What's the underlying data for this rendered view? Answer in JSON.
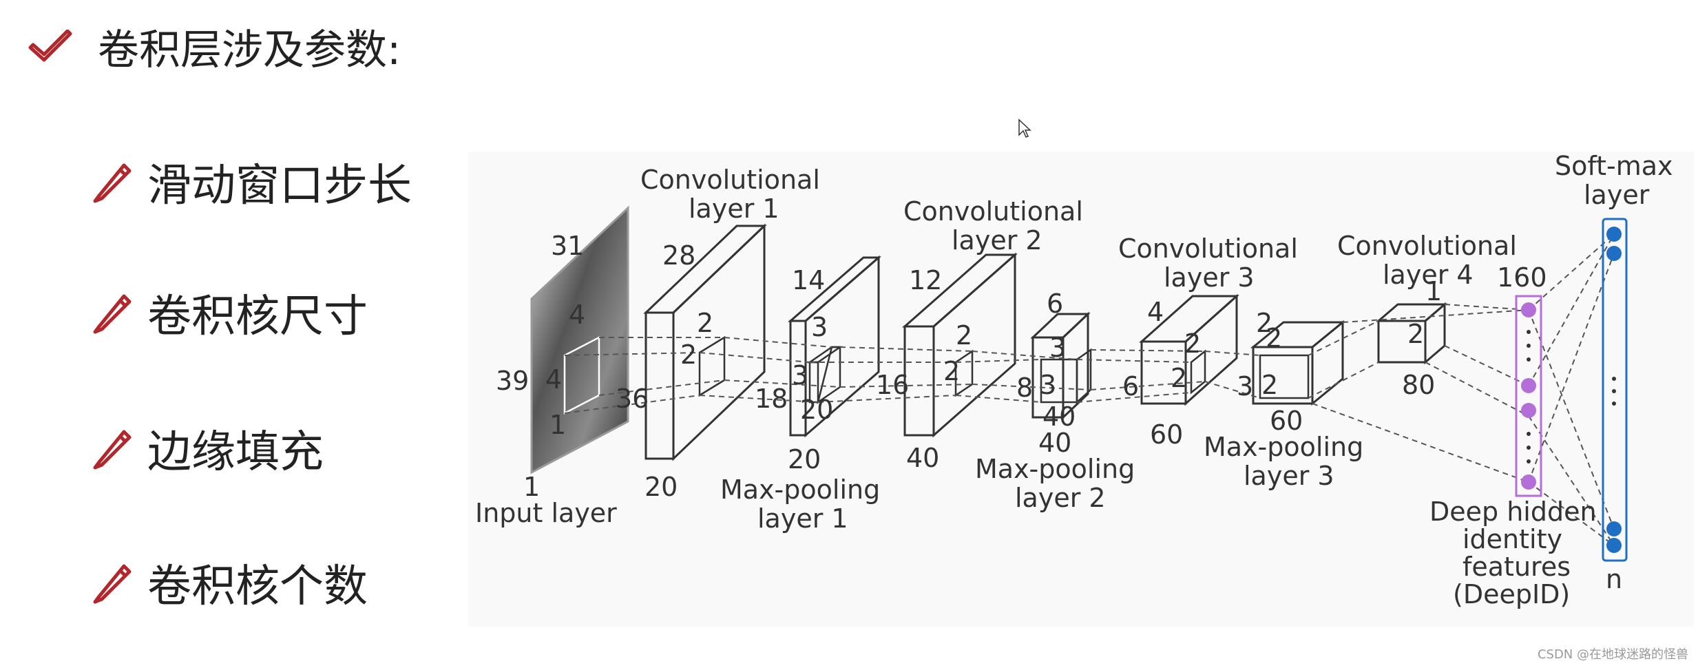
{
  "heading": {
    "text": "卷积层涉及参数:",
    "icon": "check-icon",
    "color": "#b3262b"
  },
  "bullets": [
    {
      "text": "滑动窗口步长",
      "icon": "pencil-icon"
    },
    {
      "text": "卷积核尺寸",
      "icon": "pencil-icon"
    },
    {
      "text": "边缘填充",
      "icon": "pencil-icon"
    },
    {
      "text": "卷积核个数",
      "icon": "pencil-icon"
    }
  ],
  "diagram": {
    "input_title": "Input layer",
    "input_dims": {
      "w": "31",
      "h": "39",
      "d": "1",
      "k1": "4",
      "k2": "4",
      "k3": "1"
    },
    "conv1": {
      "title_line1": "Convolutional",
      "title_line2": "layer 1",
      "top": "28",
      "left": "36",
      "bottom": "20",
      "k1": "2",
      "k2": "2"
    },
    "pool1": {
      "title_line1": "Max-pooling",
      "title_line2": "layer 1",
      "top": "14",
      "left": "18",
      "bottom": "20",
      "k1": "3",
      "k2": "3",
      "k3": "20"
    },
    "conv2": {
      "title_line1": "Convolutional",
      "title_line2": "layer 2",
      "top": "12",
      "left": "16",
      "bottom": "40",
      "k1": "2",
      "k2": "2"
    },
    "pool2": {
      "title_line1": "Max-pooling",
      "title_line2": "layer 2",
      "top": "6",
      "left": "8",
      "bottom": "40",
      "k1": "3",
      "k2": "3",
      "k3": "40"
    },
    "conv3": {
      "title_line1": "Convolutional",
      "title_line2": "layer 3",
      "top": "4",
      "left": "6",
      "bottom": "60",
      "k1": "2",
      "k2": "2"
    },
    "pool3": {
      "title_line1": "Max-pooling",
      "title_line2": "layer 3",
      "top": "2",
      "left": "3",
      "bottom": "60",
      "k1": "2",
      "k2": "2"
    },
    "conv4": {
      "title_line1": "Convolutional",
      "title_line2": "layer 4",
      "top": "1",
      "left": "2",
      "bottom": "80"
    },
    "deepid": {
      "top": "160",
      "line1": "Deep hidden",
      "line2": "identity",
      "line3": "features",
      "line4": "(DeepID)",
      "color": "#b36ed8"
    },
    "softmax": {
      "line1": "Soft-max",
      "line2": "layer",
      "bottom": "n",
      "color": "#1e6fc4"
    }
  },
  "watermark": "CSDN @在地球迷路的怪兽"
}
